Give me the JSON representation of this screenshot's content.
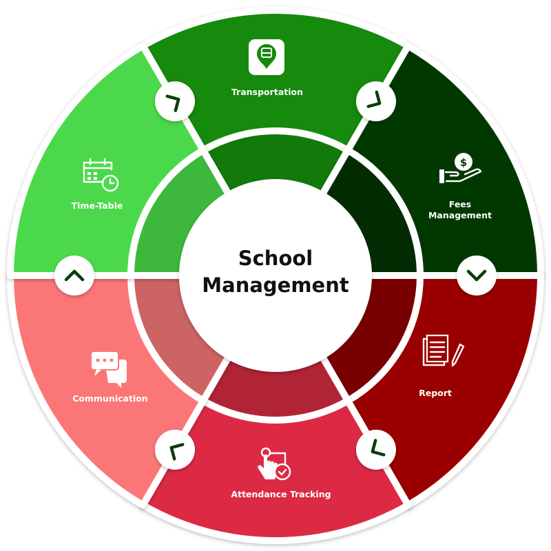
{
  "title": {
    "line1": "School",
    "line2": "Management"
  },
  "segments": [
    {
      "id": "transportation",
      "label": "Transportation",
      "icon": "bus-location-icon",
      "color": "#168a0e",
      "inner_color": "#127a0b"
    },
    {
      "id": "fees",
      "label_line1": "Fees",
      "label_line2": "Management",
      "icon": "hand-coin-icon",
      "color": "#053805",
      "inner_color": "#032c03"
    },
    {
      "id": "report",
      "label": "Report",
      "icon": "report-documents-icon",
      "color": "#9b0000",
      "inner_color": "#790000"
    },
    {
      "id": "attendance",
      "label": "Attendance Tracking",
      "icon": "tap-check-icon",
      "color": "#dc2b44",
      "inner_color": "#b02436"
    },
    {
      "id": "communication",
      "label": "Communication",
      "icon": "chat-bubbles-icon",
      "color": "#fb7777",
      "inner_color": "#cc6464"
    },
    {
      "id": "timetable",
      "label": "Time-Table",
      "icon": "calendar-clock-icon",
      "color": "#4cd94c",
      "inner_color": "#3db83d"
    }
  ],
  "chevron_color": "#0b3d0b"
}
